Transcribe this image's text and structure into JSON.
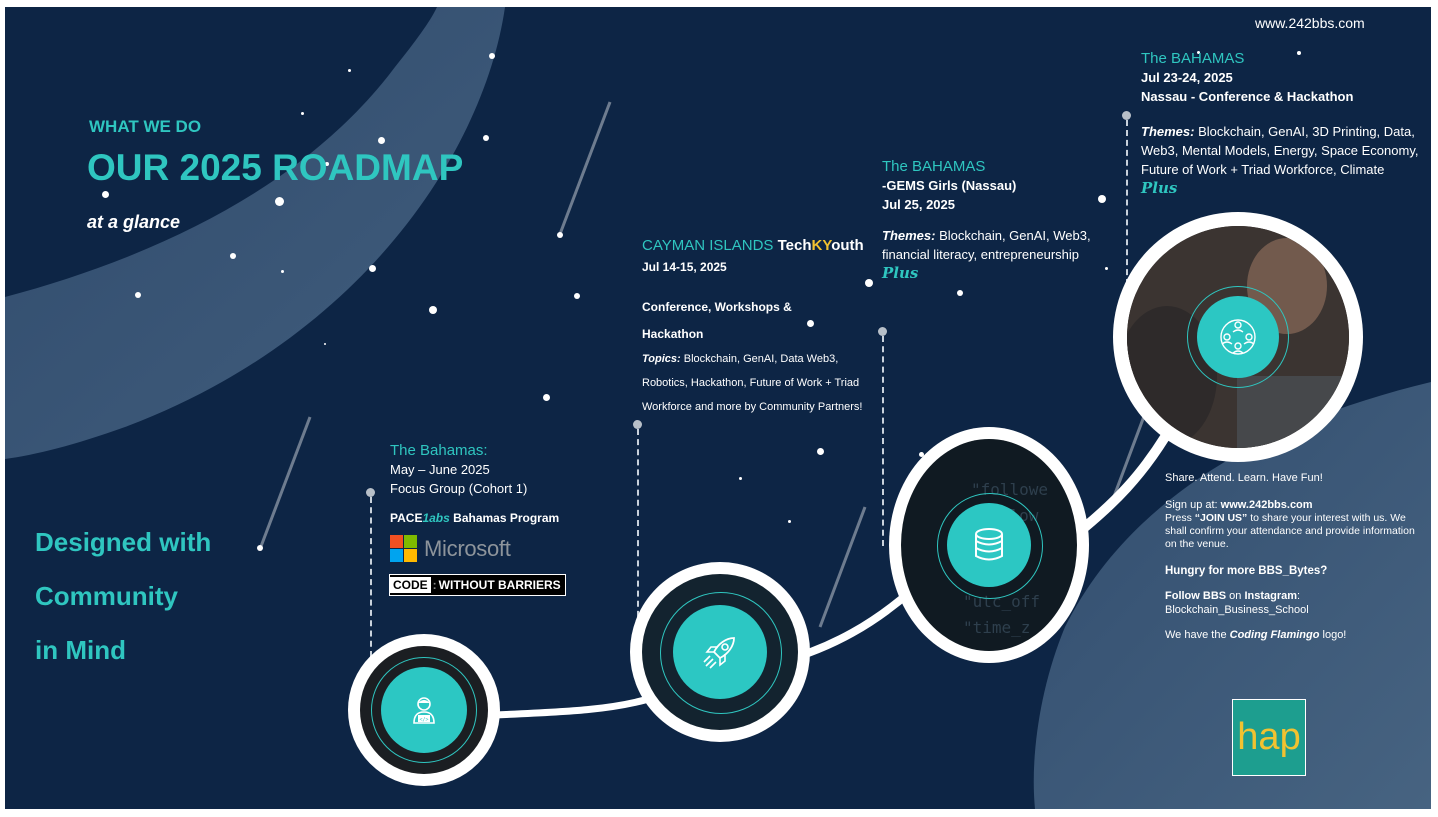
{
  "site_url": "www.242bbs.com",
  "heading": {
    "eyebrow": "WHAT WE DO",
    "title": "OUR 2025 ROADMAP",
    "subtitle": "at a  glance"
  },
  "tagline": [
    "Designed with",
    "Community",
    "in Mind"
  ],
  "stop1": {
    "place": "The Bahamas:",
    "dates": "May – June 2025",
    "event": "Focus Group (Cohort  1)",
    "program_prefix": "PACE",
    "program_italic": "1abs",
    "program_suffix": " Bahamas  Program",
    "partner1": "Microsoft",
    "partner2_code": "CODE",
    "partner2_rest": "WITHOUT BARRIERS"
  },
  "stop2": {
    "place": "CAYMAN ISLANDS ",
    "brand_a": "Tech",
    "brand_b": "KY",
    "brand_c": "outh",
    "dates": "Jul 14-15,  2025",
    "event_line1": "Conference, Workshops &",
    "event_line2": "Hackathon",
    "topics_label": "Topics:",
    "topics_text": " Blockchain, GenAI, Data Web3, Robotics, Hackathon, Future of Work  + Triad Workforce and more by Community  Partners!"
  },
  "stop3": {
    "place": "The BAHAMAS",
    "event": "-GEMS Girls  (Nassau)",
    "dates": "Jul  25, 2025",
    "themes_label": "Themes:",
    "themes_text": " Blockchain, GenAI, Web3, financial literacy, entrepreneurship",
    "plus": "Plus"
  },
  "stop4": {
    "place": "The BAHAMAS",
    "dates": "Jul  23-24, 2025",
    "event": "Nassau - Conference &  Hackathon",
    "themes_label": "Themes:",
    "themes_text": " Blockchain, GenAI, 3D Printing, Data,  Web3, Mental Models, Energy, Space Economy, Future of Work  + Triad Workforce, Climate ",
    "plus": "Plus"
  },
  "sidebar": {
    "share": "Share.  Attend.  Learn.  Have Fun!",
    "signup_prefix": "Sign up at: ",
    "signup_url": "www.242bbs.com",
    "press_prefix": "Press ",
    "press_button": "“JOIN US”",
    "press_rest": " to share your interest with us. We shall confirm your attendance and provide information on the venue.",
    "hungry": "Hungry for more BBS_Bytes?",
    "follow_prefix": "Follow BBS",
    "follow_mid": " on ",
    "follow_platform": "Instagram",
    "follow_suffix": ":",
    "handle": "Blockchain_Business_School",
    "logo_prefix": "We have the ",
    "logo_name": "Coding Flamingo",
    "logo_suffix": " logo!"
  },
  "hap_logo": "hap",
  "icons": [
    "coder-icon",
    "rocket-icon",
    "database-icon",
    "community-icon"
  ],
  "colors": {
    "background": "#0d2545",
    "accent": "#2fc6c0",
    "text": "#ffffff"
  }
}
